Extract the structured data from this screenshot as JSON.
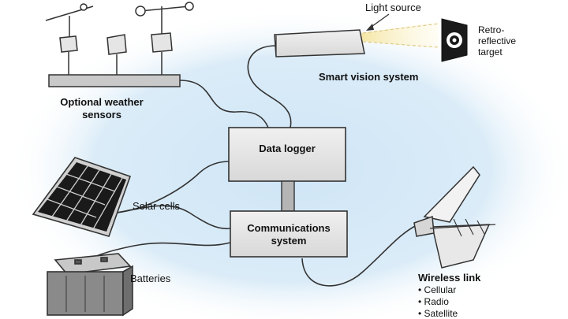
{
  "labels": {
    "light_source": "Light source",
    "retro_line1": "Retro-",
    "retro_line2": "reflective",
    "retro_line3": "target",
    "smart_vision": "Smart vision system",
    "weather_line1": "Optional weather",
    "weather_line2": "sensors",
    "data_logger": "Data logger",
    "comms_line1": "Communications",
    "comms_line2": "system",
    "solar_cells": "Solar cells",
    "batteries": "Batteries",
    "wireless_title": "Wireless link",
    "wireless_items": [
      "• Cellular",
      "• Radio",
      "• Satellite"
    ]
  },
  "colors": {
    "sky": "#d6e9f7",
    "box_fill": "#e4e4e4",
    "outline": "#333333",
    "beam": "#f3e7b0"
  }
}
